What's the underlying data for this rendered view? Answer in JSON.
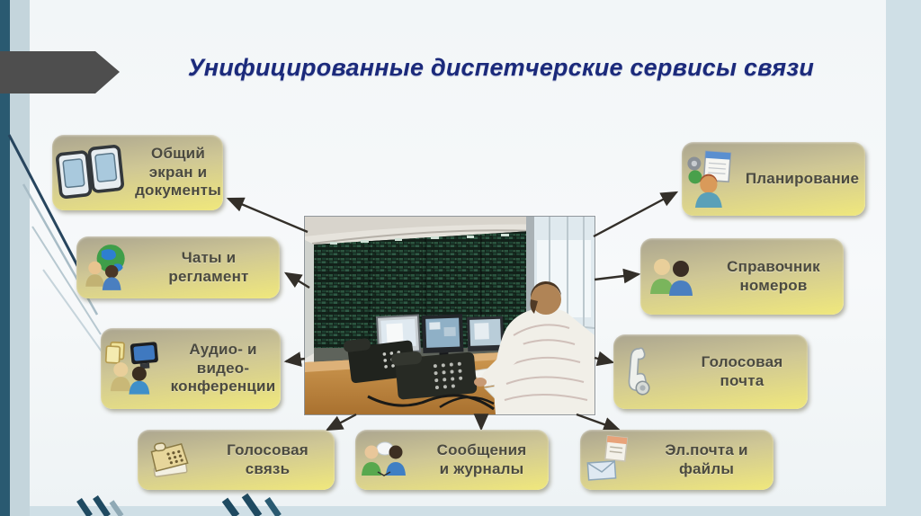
{
  "title": {
    "text": "Унифицированные диспетчерские сервисы связи"
  },
  "callouts": [
    {
      "name": "shared-screen-documents",
      "icon": "dual-monitors-icon",
      "lines": [
        "Общий",
        "экран и",
        "документы"
      ]
    },
    {
      "name": "chats-regulations",
      "icon": "globe-users-icon",
      "lines": [
        "Чаты и",
        "регламент"
      ]
    },
    {
      "name": "audio-video-conference",
      "icon": "users-monitor-icon",
      "lines": [
        "Аудио- и",
        "видео-",
        "конференции"
      ]
    },
    {
      "name": "voice-call",
      "icon": "desk-phone-icon",
      "lines": [
        "Голосовая",
        "связь"
      ]
    },
    {
      "name": "messages-journals",
      "icon": "chat-users-icon",
      "lines": [
        "Сообщения",
        "и журналы"
      ]
    },
    {
      "name": "email-files",
      "icon": "mail-files-icon",
      "lines": [
        "Эл.почта и",
        "файлы"
      ]
    },
    {
      "name": "voicemail",
      "icon": "handset-icon",
      "lines": [
        "Голосовая",
        "почта"
      ]
    },
    {
      "name": "phone-directory",
      "icon": "contacts-icon",
      "lines": [
        "Справочник",
        "номеров"
      ]
    },
    {
      "name": "planning",
      "icon": "calendar-user-icon",
      "lines": [
        "Планирование"
      ]
    }
  ],
  "center_image": {
    "name": "control-room-photo"
  },
  "colors": {
    "background": "#cfdfe6",
    "accent_bar": "#2a5a71",
    "title_text": "#1b2a7b",
    "arrow": "#4e4e4e",
    "callout_top": "#aba58f",
    "callout_bottom": "#f0e87c",
    "callout_text": "#4b4a40",
    "connector": "#332f29"
  }
}
